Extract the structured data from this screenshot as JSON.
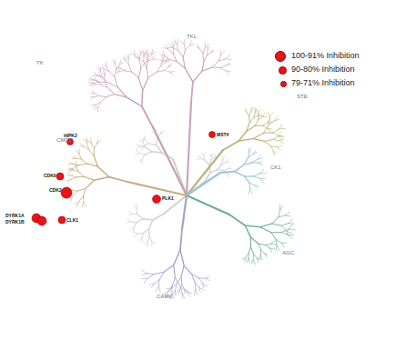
{
  "diagram": {
    "labels": [
      "TK",
      "TKL",
      "STE",
      "CK1",
      "AGC",
      "CAMK",
      "CMGC",
      "HIPK2",
      "CDK9",
      "CDK2",
      "DYRK1A",
      "DYRK1B",
      "CLK1",
      "MST4",
      "PLK1"
    ],
    "legend": [
      {
        "text": "100-91% Inhibition",
        "color": "#e8141b"
      },
      {
        "text": "90-80% Inhibition",
        "color": "#e8141b"
      },
      {
        "text": "79-71% Inhibition",
        "color": "#e8141b"
      }
    ]
  }
}
